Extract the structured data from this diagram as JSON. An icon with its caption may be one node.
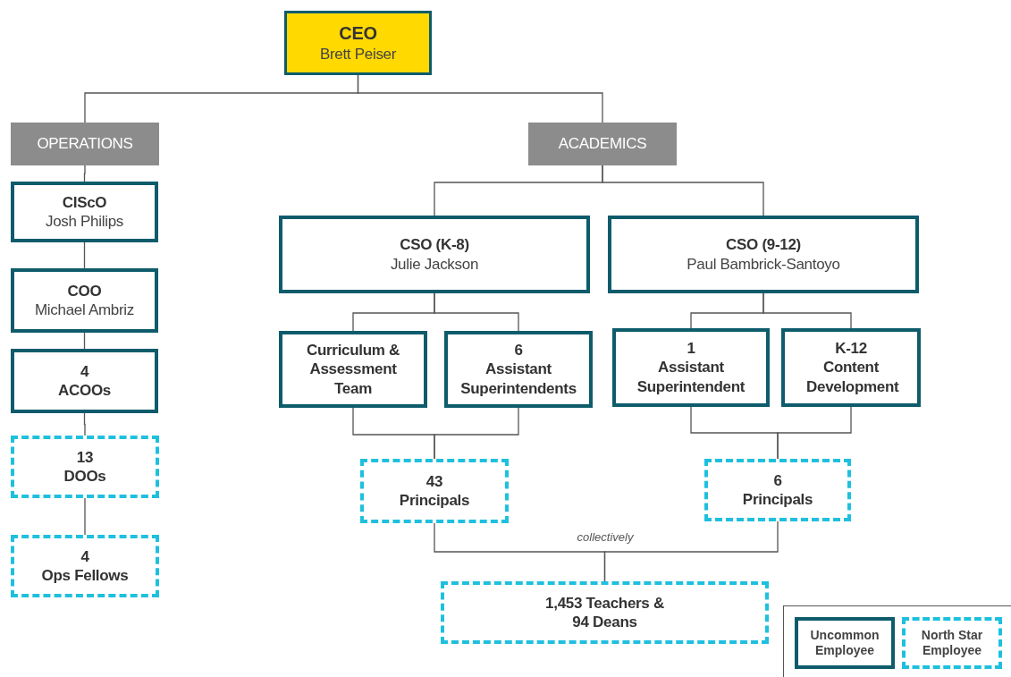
{
  "diagram": {
    "nodes": [
      {
        "text": [
          "CEO",
          "Brett Peiser"
        ]
      },
      {
        "text": [
          "OPERATIONS"
        ]
      },
      {
        "text": [
          "ACADEMICS"
        ]
      },
      {
        "text": [
          "CIScO",
          "Josh Philips"
        ]
      },
      {
        "text": [
          "COO",
          "Michael Ambriz"
        ]
      },
      {
        "text": [
          "4",
          "ACOOs"
        ]
      },
      {
        "text": [
          "13",
          "DOOs"
        ]
      },
      {
        "text": [
          "4",
          "Ops Fellows"
        ]
      },
      {
        "text": [
          "CSO (K-8)",
          "Julie Jackson"
        ]
      },
      {
        "text": [
          "CSO (9-12)",
          "Paul Bambrick-Santoyo"
        ]
      },
      {
        "text": [
          "Curriculum & Assessment Team"
        ]
      },
      {
        "text": [
          "6",
          "Assistant Superintendents"
        ]
      },
      {
        "text": [
          "1",
          "Assistant Superintendent"
        ]
      },
      {
        "text": [
          "K-12 Content Development"
        ]
      },
      {
        "text": [
          "43",
          "Principals"
        ]
      },
      {
        "text": [
          "6",
          "Principals"
        ]
      },
      {
        "text": [
          "1,453 Teachers & 94 Deans"
        ]
      }
    ],
    "edges": [
      {
        "from": 0,
        "to": 1,
        "arrow": "none"
      },
      {
        "from": 0,
        "to": 2,
        "arrow": "none"
      },
      {
        "from": 1,
        "to": 3,
        "arrow": "none"
      },
      {
        "from": 3,
        "to": 4,
        "arrow": "none"
      },
      {
        "from": 4,
        "to": 5,
        "arrow": "none"
      },
      {
        "from": 5,
        "to": 6,
        "arrow": "none"
      },
      {
        "from": 6,
        "to": 7,
        "arrow": "none"
      },
      {
        "from": 2,
        "to": 8,
        "arrow": "none"
      },
      {
        "from": 2,
        "to": 9,
        "arrow": "none"
      },
      {
        "from": 8,
        "to": 10,
        "arrow": "none"
      },
      {
        "from": 8,
        "to": 11,
        "arrow": "none"
      },
      {
        "from": 9,
        "to": 12,
        "arrow": "none"
      },
      {
        "from": 9,
        "to": 13,
        "arrow": "none"
      },
      {
        "from": 10,
        "to": 14,
        "arrow": "none"
      },
      {
        "from": 11,
        "to": 14,
        "arrow": "none"
      },
      {
        "from": 12,
        "to": 15,
        "arrow": "none"
      },
      {
        "from": 13,
        "to": 15,
        "arrow": "none"
      },
      {
        "from": 14,
        "to": 16,
        "arrow": "none",
        "label": "collectively"
      },
      {
        "from": 15,
        "to": 16,
        "arrow": "none"
      }
    ],
    "legend": [
      {
        "text": "Uncommon Employee"
      },
      {
        "text": "North Star Employee"
      }
    ]
  }
}
